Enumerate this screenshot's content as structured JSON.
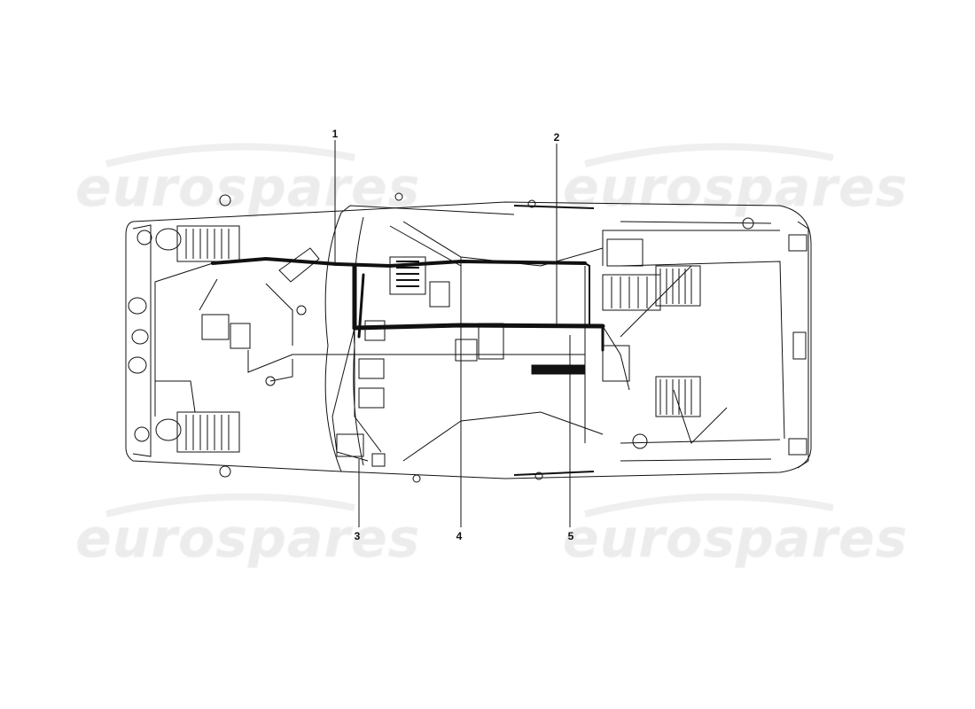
{
  "diagram": {
    "callouts": [
      {
        "id": "1",
        "label": "1"
      },
      {
        "id": "2",
        "label": "2"
      },
      {
        "id": "3",
        "label": "3"
      },
      {
        "id": "4",
        "label": "4"
      },
      {
        "id": "5",
        "label": "5"
      }
    ]
  },
  "watermark": {
    "text": "eurospares"
  },
  "colors": {
    "line": "#111111",
    "watermark": "#ececec",
    "background": "#ffffff"
  }
}
